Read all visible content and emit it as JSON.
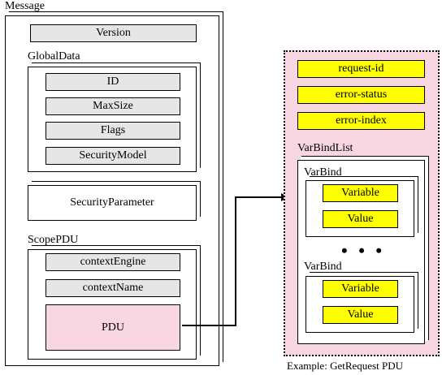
{
  "message": {
    "title": "Message",
    "version": "Version",
    "global_data": {
      "title": "GlobalData",
      "fields": [
        "ID",
        "MaxSize",
        "Flags",
        "SecurityModel"
      ]
    },
    "security_parameter": "SecurityParameter",
    "scope_pdu": {
      "title": "ScopePDU",
      "fields": [
        "contextEngine",
        "contextName"
      ],
      "pdu": "PDU"
    }
  },
  "pdu_detail": {
    "fields": [
      "request-id",
      "error-status",
      "error-index"
    ],
    "varbind_list": {
      "title": "VarBindList",
      "varbinds": [
        {
          "title": "VarBind",
          "variable": "Variable",
          "value": "Value"
        },
        {
          "title": "VarBind",
          "variable": "Variable",
          "value": "Value"
        }
      ],
      "ellipsis": "• • •"
    },
    "caption": "Example: GetRequest PDU"
  },
  "colors": {
    "field_gray": "#e6e6e6",
    "field_yellow": "#ffff00",
    "pdu_pink": "#f8d7e3",
    "panel_pink": "#f8d7e3"
  }
}
